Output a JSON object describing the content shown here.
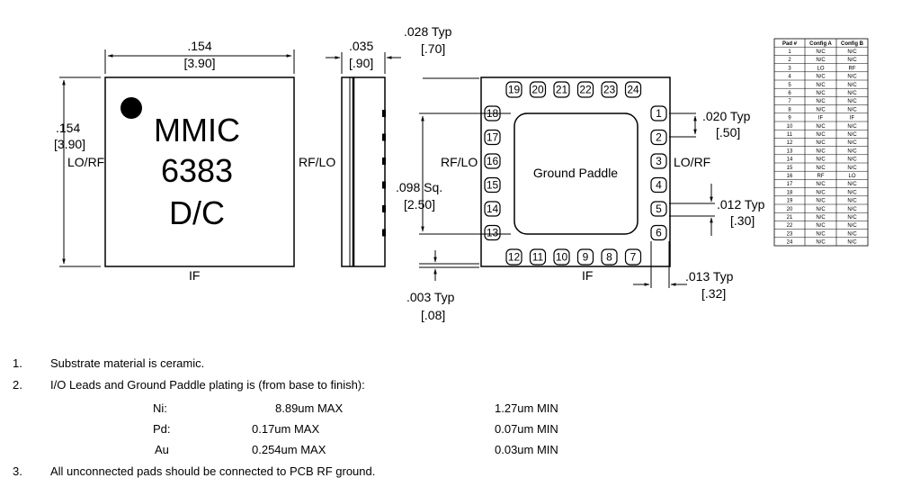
{
  "package": {
    "top_view": {
      "width_in": ".154",
      "width_mm": "[3.90]",
      "height_in": ".154",
      "height_mm": "[3.90]",
      "marking_line1": "MMIC",
      "marking_line2": "6383",
      "marking_line3": "D/C",
      "left_label": "LO/RF",
      "right_label": "RF/LO",
      "bottom_label": "IF"
    },
    "side_view": {
      "thickness_in": ".035",
      "thickness_mm": "[.90]"
    },
    "bottom_view": {
      "pad_length_in": ".028 Typ",
      "pad_length_mm": "[.70]",
      "paddle_in": ".098 Sq.",
      "paddle_mm": "[2.50]",
      "pitch_in": ".020 Typ",
      "pitch_mm": "[.50]",
      "pad_width_in": ".012 Typ",
      "pad_width_mm": "[.30]",
      "pad_gap_in": ".013 Typ",
      "pad_gap_mm": "[.32]",
      "corner_in": ".003 Typ",
      "corner_mm": "[.08]",
      "paddle_label": "Ground Paddle",
      "left_label": "RF/LO",
      "right_label": "LO/RF",
      "bottom_label": "IF",
      "pads_right": [
        "1",
        "2",
        "3",
        "4",
        "5",
        "6"
      ],
      "pads_bottom": [
        "12",
        "11",
        "10",
        "9",
        "8",
        "7"
      ],
      "pads_left": [
        "18",
        "17",
        "16",
        "15",
        "14",
        "13"
      ],
      "pads_top": [
        "19",
        "20",
        "21",
        "22",
        "23",
        "24"
      ]
    }
  },
  "pad_table": {
    "headers": [
      "Pad #",
      "Config A",
      "Config B"
    ],
    "rows": [
      [
        "1",
        "N/C",
        "N/C"
      ],
      [
        "2",
        "N/C",
        "N/C"
      ],
      [
        "3",
        "LO",
        "RF"
      ],
      [
        "4",
        "N/C",
        "N/C"
      ],
      [
        "5",
        "N/C",
        "N/C"
      ],
      [
        "6",
        "N/C",
        "N/C"
      ],
      [
        "7",
        "N/C",
        "N/C"
      ],
      [
        "8",
        "N/C",
        "N/C"
      ],
      [
        "9",
        "IF",
        "IF"
      ],
      [
        "10",
        "N/C",
        "N/C"
      ],
      [
        "11",
        "N/C",
        "N/C"
      ],
      [
        "12",
        "N/C",
        "N/C"
      ],
      [
        "13",
        "N/C",
        "N/C"
      ],
      [
        "14",
        "N/C",
        "N/C"
      ],
      [
        "15",
        "N/C",
        "N/C"
      ],
      [
        "16",
        "RF",
        "LO"
      ],
      [
        "17",
        "N/C",
        "N/C"
      ],
      [
        "18",
        "N/C",
        "N/C"
      ],
      [
        "19",
        "N/C",
        "N/C"
      ],
      [
        "20",
        "N/C",
        "N/C"
      ],
      [
        "21",
        "N/C",
        "N/C"
      ],
      [
        "22",
        "N/C",
        "N/C"
      ],
      [
        "23",
        "N/C",
        "N/C"
      ],
      [
        "24",
        "N/C",
        "N/C"
      ]
    ]
  },
  "notes": {
    "n1_num": "1.",
    "n1": "Substrate material is ceramic.",
    "n2_num": "2.",
    "n2": "I/O Leads and Ground Paddle plating is (from base to finish):",
    "n3_num": "3.",
    "n3": "All unconnected pads should be connected to PCB RF ground.",
    "plating": [
      [
        "Ni:",
        "8.89um MAX",
        "1.27um MIN"
      ],
      [
        "Pd:",
        "0.17um MAX",
        "0.07um MIN"
      ],
      [
        "Au",
        "0.254um MAX",
        "0.03um MIN"
      ]
    ]
  }
}
